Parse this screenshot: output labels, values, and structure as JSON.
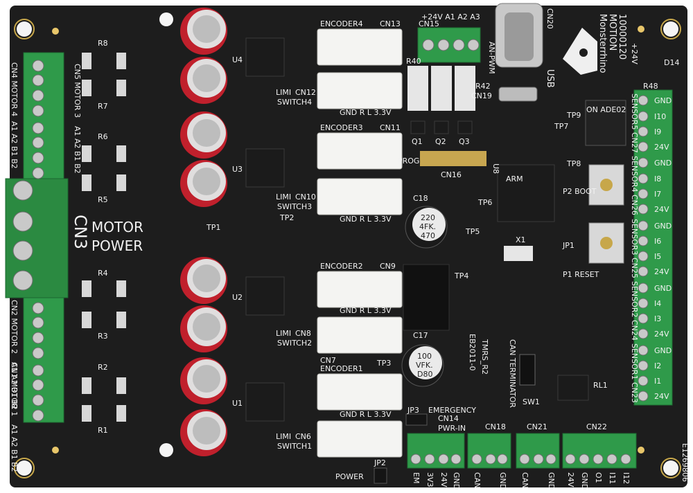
{
  "board": {
    "brand": "Monsterrhino",
    "model": "MOTION",
    "serial_top": "10000120",
    "serial_edge": "E1269806",
    "ebcode": "EB2011-0",
    "tmrs": "TMRS_R2",
    "cn3_label": "CN3",
    "motor_power": [
      "MOTOR",
      "POWER"
    ]
  },
  "left_connectors": [
    {
      "name": "CN4 MOTOR 4",
      "pins": "A1 A2 B1 B2"
    },
    {
      "name": "CN5 MOTOR 3",
      "pins": "A1 A2 B1 B2"
    },
    {
      "name": "CN2 MOTOR 2",
      "pins": "A1 A2 B1 B2"
    },
    {
      "name": "CN1 MOTOR 1",
      "pins": "A1 A2 B1 B2"
    }
  ],
  "resistors_left": [
    "R8",
    "R7",
    "R6",
    "R5",
    "R4",
    "R3",
    "R2",
    "R1"
  ],
  "encoders": [
    {
      "label": "ENCODER4",
      "cn": "CN13"
    },
    {
      "label": "ENCODER3",
      "cn": "CN11"
    },
    {
      "label": "ENCODER2",
      "cn": "CN9"
    },
    {
      "label": "ENCODER1",
      "cn": "CN7"
    }
  ],
  "limit_switches": [
    {
      "label": "LIMI",
      "cn": "CN12",
      "sw": "SWITCH4"
    },
    {
      "label": "LIMI",
      "cn": "CN10",
      "sw": "SWITCH3"
    },
    {
      "label": "LIMI",
      "cn": "CN8",
      "sw": "SWITCH2"
    },
    {
      "label": "LIMI",
      "cn": "CN6",
      "sw": "SWITCH1"
    }
  ],
  "encoder_pinout": "GND R L 3.3V",
  "drivers": [
    "U4",
    "U3",
    "U2",
    "U1"
  ],
  "top_connectors": {
    "cn15": "CN15",
    "cn15_pins": "+24V A1 A2 A3",
    "an_pwm": "AN-PWM",
    "cn20": "CN20",
    "usb": "USB",
    "cn19": "CN19",
    "r40": "R40",
    "r42": "R42"
  },
  "transistors": [
    "Q1",
    "Q2",
    "Q3"
  ],
  "mcu": {
    "label": "U8",
    "brand": "ARM"
  },
  "prog": {
    "label": "PROG",
    "cn": "CN16"
  },
  "switches": {
    "sw2": "ON ADE02",
    "p2": "P2 BOOT",
    "p1": "P1 RESET",
    "jp1": "JP1",
    "sw1": "SW1",
    "rl1": "RL1"
  },
  "right_connectors": [
    {
      "name": "SENSOR5 CN27",
      "pins": [
        "GND",
        "I10",
        "I9",
        "24V"
      ]
    },
    {
      "name": "SENSOR4 CN26",
      "pins": [
        "GND",
        "I8",
        "I7",
        "24V"
      ]
    },
    {
      "name": "SENSOR3 CN25",
      "pins": [
        "GND",
        "I6",
        "I5",
        "24V"
      ]
    },
    {
      "name": "SENSOR2 CN24",
      "pins": [
        "GND",
        "I4",
        "I3",
        "24V"
      ]
    },
    {
      "name": "SENSOR1 CN23",
      "pins": [
        "GND",
        "I2",
        "I1",
        "24V"
      ]
    }
  ],
  "right_top": {
    "v24": "+24V",
    "d14": "D14",
    "r48": "R48"
  },
  "bottom_connectors": [
    {
      "name": "CN14",
      "title": "PWR-IN",
      "pins": [
        "EM",
        "3V3",
        "24V",
        "GND"
      ]
    },
    {
      "name": "CN18",
      "title": "",
      "pins": [
        "CAN",
        "GND"
      ]
    },
    {
      "name": "CN21",
      "title": "",
      "pins": [
        "CAN",
        "GND"
      ]
    },
    {
      "name": "CN22",
      "title": "",
      "pins": [
        "24V",
        "GND",
        "O1",
        "I11",
        "I12"
      ]
    }
  ],
  "misc": {
    "can_term": "CAN TERMINATOR",
    "emergency": "EMERGENCY",
    "jp3": "JP3",
    "jp2": "JP2",
    "power": "POWER",
    "x1": "X1",
    "c18": "C18",
    "c17": "C17",
    "c18_text": [
      "220",
      "4FK.",
      "470"
    ],
    "c17_text": [
      "100",
      "VFK.",
      "D80"
    ],
    "tp": [
      "TP1",
      "TP2",
      "TP3",
      "TP4",
      "TP5",
      "TP6",
      "TP7",
      "TP8",
      "TP9"
    ]
  }
}
